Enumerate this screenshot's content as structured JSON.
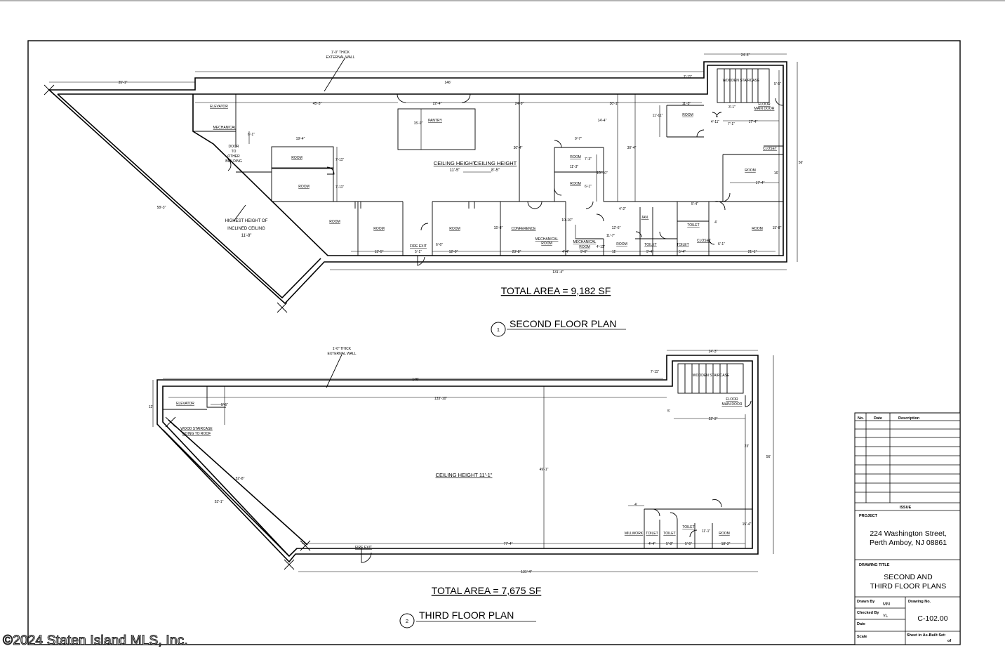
{
  "second_floor": {
    "title": "SECOND FLOOR PLAN",
    "number": "1",
    "total_area": "TOTAL AREA = 9,182 SF",
    "wall_note_1": "1'-0\" THICK",
    "wall_note_2": "EXTERNAL WALL",
    "incline_note_1": "HIGHEST HEIGHT OF",
    "incline_note_2": "INCLINED CEILING",
    "incline_note_3": "11'-8\"",
    "ceiling_1": "CEILING HEIGHT",
    "ceiling_1_val": "11'-5\"",
    "ceiling_2": "CEILING HEIGHT",
    "ceiling_2_val": "8'-5\"",
    "rooms": {
      "elevator": "ELEVATOR",
      "mechanical": "MECHANICAL",
      "door_1": "DOOR",
      "door_2": "TO",
      "door_3": "OTHER",
      "door_4": "BUILDING",
      "room_a": "ROOM",
      "room_b": "ROOM",
      "room_c": "ROOM",
      "room_d": "ROOM",
      "room_e": "ROOM",
      "room_f": "ROOM",
      "room_g": "ROOM",
      "room_h": "ROOM",
      "room_i": "ROOM",
      "room_j": "ROOM",
      "room_k": "ROOM",
      "pantry": "PANTRY",
      "conference": "CONFERENCE",
      "mech_room_1": "MECHANICAL",
      "mech_room_2": "ROOM",
      "mech_room_3": "MECHANICAL",
      "mech_room_4": "ROOM",
      "toilet_a": "TOILET",
      "toilet_b": "TOILET",
      "toilet_c": "TOILET",
      "closet_a": "CLOSET",
      "closet_b": "CLOSET",
      "fire_exit": "FIRE EXIT",
      "staircase": "WOODEN STAIRCASE",
      "floor_main_door_1": "FLOOR",
      "floor_main_door_2": "MAIN DOOR",
      "janitor": "JAN."
    },
    "dims": {
      "d1": "35'-1\"",
      "d2": "146'",
      "d3": "45'-3\"",
      "d4": "22'-4\"",
      "d5": "24'-9\"",
      "d6": "30'-1\"",
      "d7": "11'-3\"",
      "d8": "24'-3\"",
      "d9": "7'-11\"",
      "d10": "5'-5\"",
      "d11": "3'-1\"",
      "d12": "17'-4\"",
      "d13": "56'",
      "d14": "15'-9\"",
      "d15": "14'-4\"",
      "d16": "11'-11\"",
      "d17": "4'-11\"",
      "d18": "7'-1\"",
      "d19": "6'-1\"",
      "d20": "19'-4\"",
      "d21": "7'-11\"",
      "d22": "7'-11\"",
      "d23": "30'-4\"",
      "d24": "30'-4\"",
      "d25": "9'-7\"",
      "d26": "7'-3\"",
      "d27": "11'-3\"",
      "d28": "10'-10\"",
      "d29": "6'-1\"",
      "d30": "16'",
      "d31": "17'-4\"",
      "d32": "58'-3\"",
      "d33": "4'-2\"",
      "d34": "5'-4\"",
      "d35": "12'-6\"",
      "d36": "11'-7\"",
      "d37": "4'",
      "d38": "15'-8\"",
      "d39": "15'-8\"",
      "d40": "10'-10\"",
      "d41": "6'-6\"",
      "d42": "4'-11\"",
      "d43": "6'-1\"",
      "d44": "13'-5\"",
      "d45": "5'-1\"",
      "d46": "12'-0\"",
      "d47": "23'-8\"",
      "d48": "4'-4\"",
      "d49": "9'-0\"",
      "d50": "11'",
      "d51": "9'-4\"",
      "d52": "5'-4\"",
      "d53": "21'-1\"",
      "d54": "131'-4\""
    }
  },
  "third_floor": {
    "title": "THIRD FLOOR PLAN",
    "number": "2",
    "total_area": "TOTAL AREA = 7,675 SF",
    "wall_note_1": "1'-0\" THICK",
    "wall_note_2": "EXTERNAL WALL",
    "ceiling": "CEILING HEIGHT 11'-1\"",
    "rooms": {
      "elevator": "ELEVATOR",
      "staircase_1": "WOOD STAIRCASE",
      "staircase_2": "GOING TO ROOF",
      "staircase_top": "WOODEN STAIRCASE",
      "floor_main_door_1": "FLOOR",
      "floor_main_door_2": "MAIN DOOR",
      "millwork": "MILLWORK",
      "toilet_a": "TOILET",
      "toilet_b": "TOILET",
      "toilet_c": "TOILET",
      "room": "ROOM",
      "fire_exit": "FIRE EXIT"
    },
    "dims": {
      "d1": "146'",
      "d2": "133'-10\"",
      "d3": "24'-3\"",
      "d4": "7'-11\"",
      "d5": "12'",
      "d6": "5'-5\"",
      "d7": "5'",
      "d8": "22'-3\"",
      "d9": "23'",
      "d10": "56'",
      "d11": "49'-1\"",
      "d12": "52'-8\"",
      "d13": "53'-1\"",
      "d14": "4'",
      "d15": "11'-1\"",
      "d16": "15'-4\"",
      "d17": "77'-4\"",
      "d18": "4'-4\"",
      "d19": "5'-8\"",
      "d20": "5'-5\"",
      "d21": "18'-3\"",
      "d22": "131'-4\""
    }
  },
  "title_block": {
    "col_no": "No.",
    "col_date": "Date",
    "col_desc": "Description",
    "issue": "ISSUE",
    "project_label": "PROJECT",
    "project_line1": "224 Washington Street,",
    "project_line2": "Perth Amboy, NJ 08861",
    "drawing_title_label": "DRAWING TITLE",
    "drawing_title_line1": "SECOND AND",
    "drawing_title_line2": "THIRD FLOOR PLANS",
    "drawn_by_label": "Drawn By",
    "drawn_by": "MM",
    "checked_by_label": "Checked By",
    "checked_by": "YL",
    "date_label": "Date",
    "scale_label": "Scale",
    "drawing_no_label": "Drawing No.",
    "drawing_no": "C-102.00",
    "sheet_label": "Sheet in As-Built Set:",
    "sheet_value": "of"
  },
  "watermark": "©2024 Staten Island MLS, Inc."
}
